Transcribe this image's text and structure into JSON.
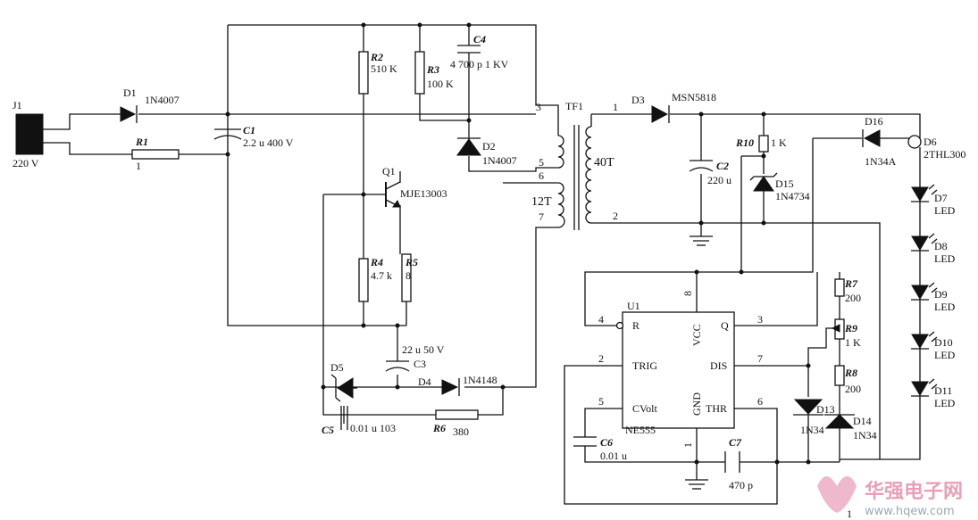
{
  "connector": {
    "ref": "J1",
    "voltage": "220 V"
  },
  "D1": {
    "ref": "D1",
    "part": "1N4007"
  },
  "R1": {
    "ref": "R1",
    "value": "1"
  },
  "C1": {
    "ref": "C1",
    "value": "2.2 u   400 V"
  },
  "R2": {
    "ref": "R2",
    "value": "510 K"
  },
  "R3": {
    "ref": "R3",
    "value": "100 K"
  },
  "C4": {
    "ref": "C4",
    "value": "4 700 p  1 KV"
  },
  "D2": {
    "ref": "D2",
    "part": "1N4007"
  },
  "Q1": {
    "ref": "Q1",
    "part": "MJE13003"
  },
  "R4": {
    "ref": "R4",
    "value": "4.7 k"
  },
  "R5": {
    "ref": "R5",
    "value": "8"
  },
  "C3": {
    "ref": "C3",
    "value": "22 u  50 V"
  },
  "D4": {
    "ref": "D4",
    "part": "1N4148"
  },
  "D5": {
    "ref": "D5"
  },
  "C5": {
    "ref": "C5",
    "value": "0.01 u 103"
  },
  "R6": {
    "ref": "R6",
    "value": "380"
  },
  "TF1": {
    "ref": "TF1",
    "pins": [
      "3",
      "5",
      "6",
      "7",
      "1",
      "2"
    ],
    "turns_secondary": "40T",
    "turns_aux": "12T"
  },
  "D3": {
    "ref": "D3",
    "part": "MSN5818"
  },
  "C2": {
    "ref": "C2",
    "value": "220 u"
  },
  "R10": {
    "ref": "R10",
    "value": "1 K"
  },
  "D15": {
    "ref": "D15",
    "part": "1N4734"
  },
  "D16": {
    "ref": "D16",
    "part": "1N34A"
  },
  "D6": {
    "ref": "D6",
    "part": "2THL300"
  },
  "leds": [
    {
      "ref": "D7",
      "type": "LED"
    },
    {
      "ref": "D8",
      "type": "LED"
    },
    {
      "ref": "D9",
      "type": "LED"
    },
    {
      "ref": "D10",
      "type": "LED"
    },
    {
      "ref": "D11",
      "type": "LED"
    }
  ],
  "U1": {
    "ref": "U1",
    "part": "NE555",
    "pins": {
      "r": "R",
      "trig": "TRIG",
      "cvolt": "CVolt",
      "vcc": "VCC",
      "gnd": "GND",
      "q": "Q",
      "dis": "DIS",
      "thr": "THR"
    },
    "pin_numbers": {
      "r": "4",
      "trig": "2",
      "cvolt": "5",
      "vcc": "8",
      "gnd": "1",
      "q": "3",
      "dis": "7",
      "thr": "6"
    }
  },
  "R7": {
    "ref": "R7",
    "value": "200"
  },
  "R9": {
    "ref": "R9",
    "value": "1 K"
  },
  "R8": {
    "ref": "R8",
    "value": "200"
  },
  "D13": {
    "ref": "D13",
    "part": "1N34"
  },
  "D14": {
    "ref": "D14",
    "part": "1N34"
  },
  "C6": {
    "ref": "C6",
    "value": "0.01 u"
  },
  "C7": {
    "ref": "C7",
    "value": "470 p"
  },
  "watermark": {
    "text": "华强电子网",
    "url": "www.hqew.com",
    "corner_mark": "1"
  },
  "colors": {
    "wire": "#111111",
    "background": "#ffffff",
    "watermark": "#e8a0b8"
  }
}
